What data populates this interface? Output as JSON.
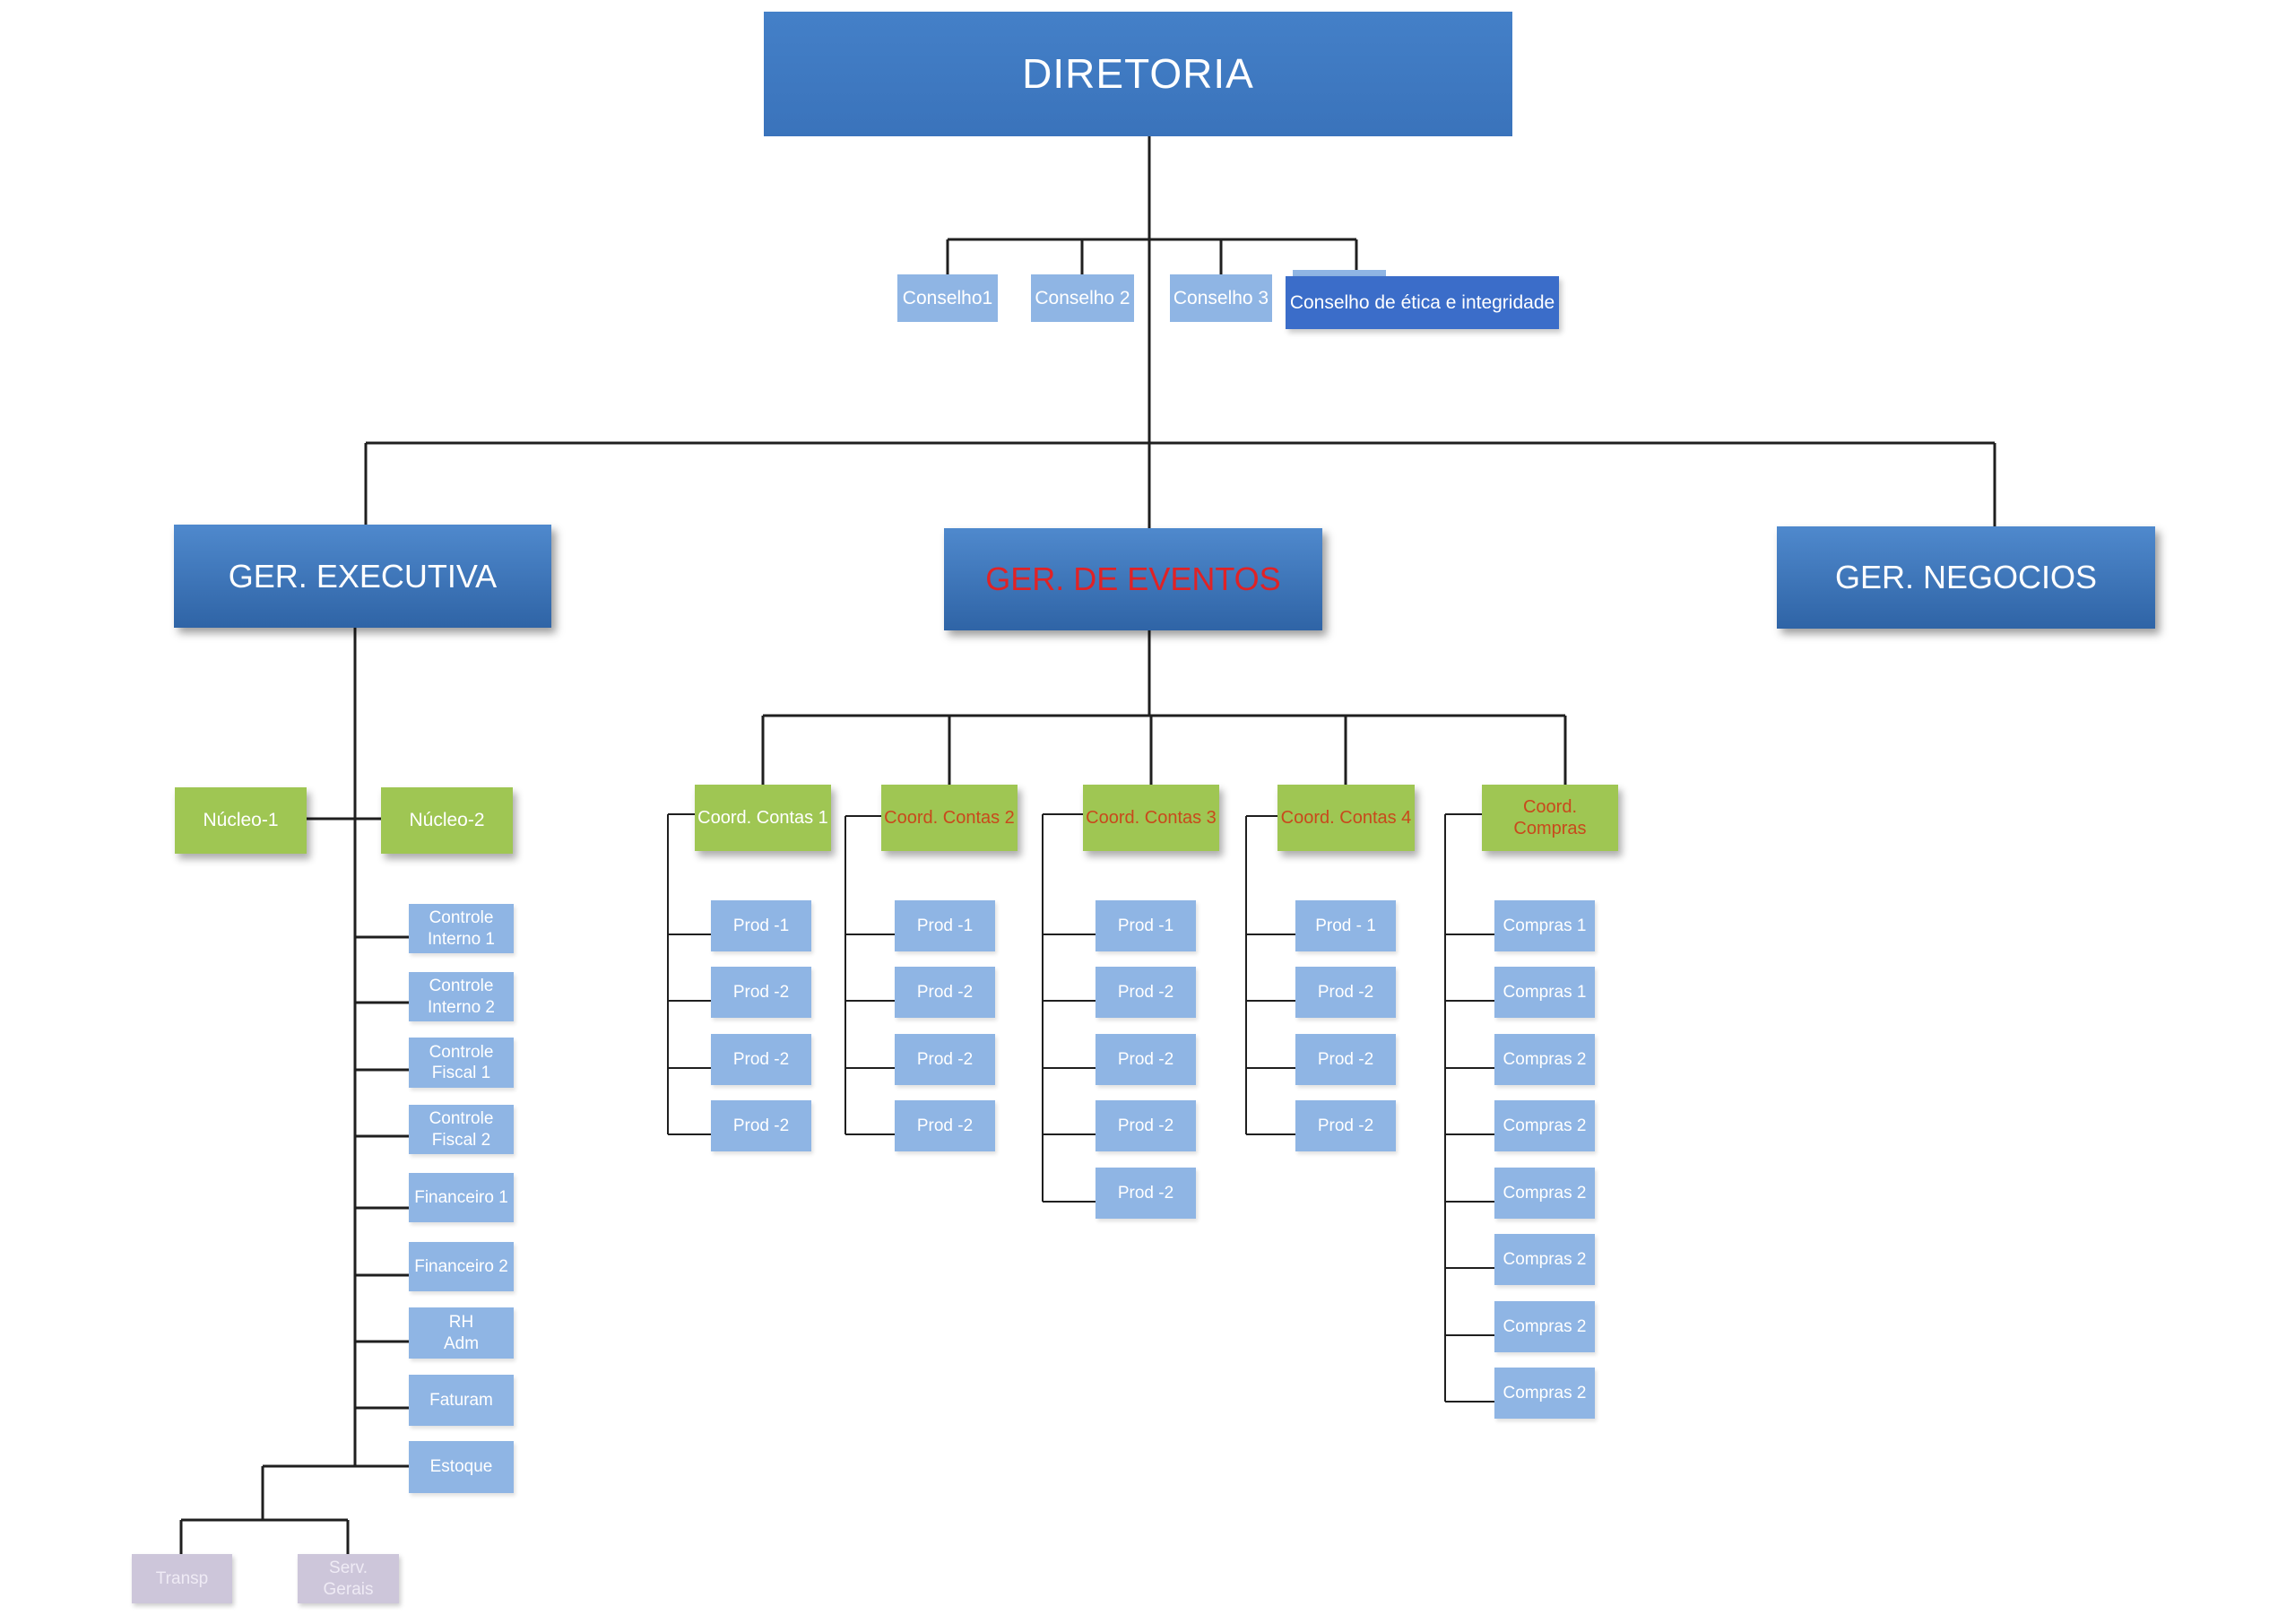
{
  "org": {
    "root": {
      "label": "DIRETORIA"
    },
    "councils": [
      {
        "label": "Conselho1"
      },
      {
        "label": "Conselho 2"
      },
      {
        "label": "Conselho 3"
      },
      {
        "label": "Conselho de ética e integridade"
      }
    ],
    "managers": [
      {
        "label": "GER. EXECUTIVA"
      },
      {
        "label": "GER. DE EVENTOS"
      },
      {
        "label": "GER. NEGOCIOS"
      }
    ],
    "executiva": {
      "nucleos": [
        {
          "label": "Núcleo-1"
        },
        {
          "label": "Núcleo-2"
        }
      ],
      "departments": [
        "Controle Interno 1",
        "Controle Interno 2",
        "Controle Fiscal 1",
        "Controle Fiscal 2",
        "Financeiro 1",
        "Financeiro 2",
        "RH\nAdm",
        "Faturam",
        "Estoque"
      ],
      "support": [
        "Transp",
        "Serv.\nGerais"
      ]
    },
    "eventos": {
      "coordinators": [
        {
          "label": "Coord. Contas 1",
          "children": [
            "Prod -1",
            "Prod -2",
            "Prod -2",
            "Prod -2"
          ]
        },
        {
          "label": "Coord. Contas 2",
          "children": [
            "Prod -1",
            "Prod -2",
            "Prod -2",
            "Prod -2"
          ]
        },
        {
          "label": "Coord. Contas 3",
          "children": [
            "Prod -1",
            "Prod -2",
            "Prod -2",
            "Prod -2",
            "Prod -2"
          ]
        },
        {
          "label": "Coord. Contas 4",
          "children": [
            "Prod - 1",
            "Prod -2",
            "Prod -2",
            "Prod -2"
          ]
        },
        {
          "label": "Coord.\nCompras",
          "children": [
            "Compras 1",
            "Compras 1",
            "Compras 2",
            "Compras 2",
            "Compras 2",
            "Compras 2",
            "Compras 2",
            "Compras 2"
          ]
        }
      ]
    },
    "colors": {
      "box_blue_header": "#3e7ac2",
      "box_blue_manager_top": "#4f89cd",
      "box_blue_manager_bottom": "#2f64a6",
      "box_blue_light": "#8fb5e4",
      "box_blue_royal": "#3b6dc9",
      "box_green": "#9fc653",
      "box_purple": "#cdc6da",
      "text_red_manager": "#e02225",
      "text_red_coordinator": "#c8491c",
      "connector_line": "#1f1f1f"
    }
  }
}
